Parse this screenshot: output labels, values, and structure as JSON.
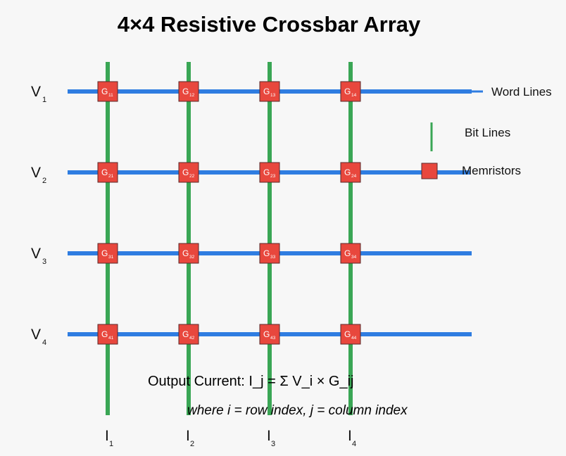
{
  "title": "4×4 Resistive Crossbar Array",
  "colors": {
    "word_line": "#2f7de1",
    "bit_line": "#3aa655",
    "memristor_fill": "#e8473d",
    "memristor_stroke": "#5a2a2a",
    "background": "#f7f7f7"
  },
  "rows": [
    {
      "main": "V",
      "sub": "1"
    },
    {
      "main": "V",
      "sub": "2"
    },
    {
      "main": "V",
      "sub": "3"
    },
    {
      "main": "V",
      "sub": "4"
    }
  ],
  "columns": [
    {
      "main": "I",
      "sub": "1"
    },
    {
      "main": "I",
      "sub": "2"
    },
    {
      "main": "I",
      "sub": "3"
    },
    {
      "main": "I",
      "sub": "4"
    }
  ],
  "cells": [
    [
      {
        "main": "G",
        "sub": "11"
      },
      {
        "main": "G",
        "sub": "12"
      },
      {
        "main": "G",
        "sub": "13"
      },
      {
        "main": "G",
        "sub": "14"
      }
    ],
    [
      {
        "main": "G",
        "sub": "21"
      },
      {
        "main": "G",
        "sub": "22"
      },
      {
        "main": "G",
        "sub": "23"
      },
      {
        "main": "G",
        "sub": "24"
      }
    ],
    [
      {
        "main": "G",
        "sub": "31"
      },
      {
        "main": "G",
        "sub": "32"
      },
      {
        "main": "G",
        "sub": "33"
      },
      {
        "main": "G",
        "sub": "34"
      }
    ],
    [
      {
        "main": "G",
        "sub": "41"
      },
      {
        "main": "G",
        "sub": "42"
      },
      {
        "main": "G",
        "sub": "43"
      },
      {
        "main": "G",
        "sub": "44"
      }
    ]
  ],
  "legend": {
    "word_lines": "Word Lines",
    "bit_lines": "Bit Lines",
    "memristors": "Memristors"
  },
  "formula": "Output Current: I_j = Σ V_i × G_ij",
  "note": "where i = row index, j = column index"
}
